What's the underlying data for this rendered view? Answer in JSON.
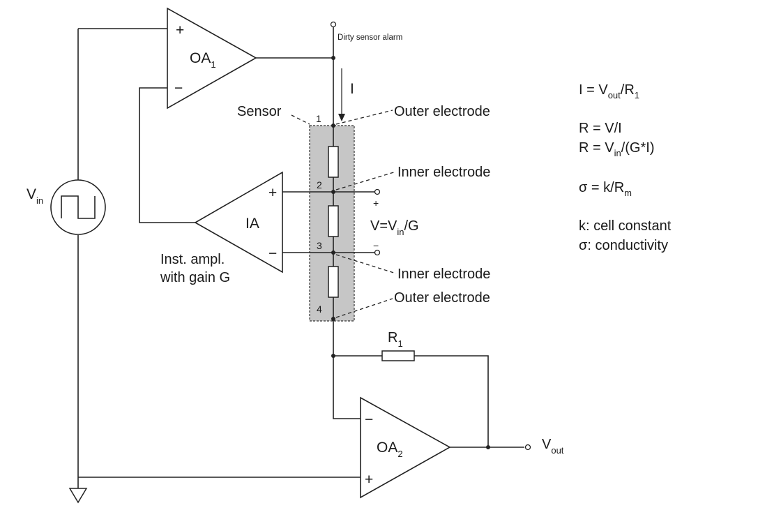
{
  "labels": {
    "oa1": "OA",
    "oa1_sub": "1",
    "oa2": "OA",
    "oa2_sub": "2",
    "ia": "IA",
    "plus": "+",
    "minus": "−",
    "dirty_alarm": "Dirty sensor alarm",
    "current": "I",
    "sensor": "Sensor",
    "outer_electrode": "Outer electrode",
    "inner_electrode": "Inner electrode",
    "node_1": "1",
    "node_2": "2",
    "node_3": "3",
    "node_4": "4",
    "v_in": "V",
    "v_in_sub": "in",
    "v_measured": "V=V",
    "v_measured_sub": "in",
    "v_measured_tail": "/G",
    "inst_ampl_line1": "Inst. ampl.",
    "inst_ampl_line2": "with gain G",
    "r1": "R",
    "r1_sub": "1",
    "v_out": "V",
    "v_out_sub": "out"
  },
  "equations": {
    "eq1_a": "I = V",
    "eq1_sub": "out",
    "eq1_b": "/R",
    "eq1_sub2": "1",
    "eq2": "R = V/I",
    "eq3_a": "R = V",
    "eq3_sub": "in",
    "eq3_b": "/(G*I)",
    "eq4_a": "σ = k/R",
    "eq4_sub": "m",
    "eq5": "k: cell constant",
    "eq6": "σ: conductivity"
  }
}
